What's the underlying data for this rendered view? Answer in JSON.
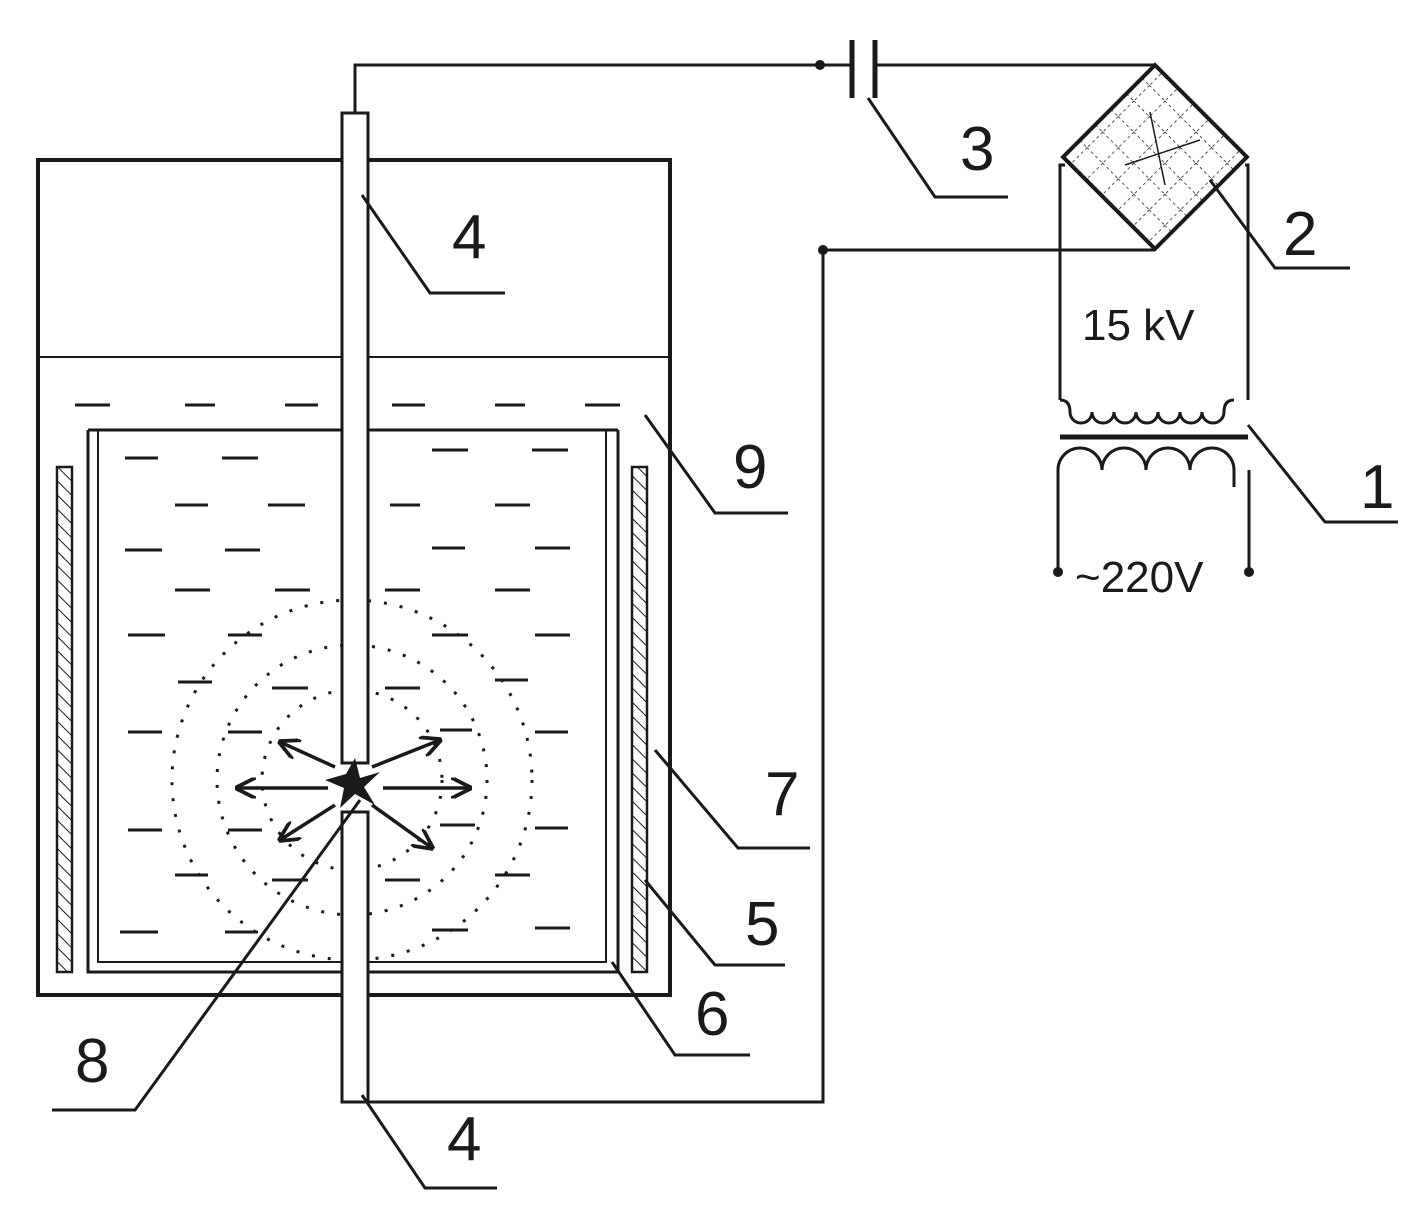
{
  "labels": {
    "transformer": "1",
    "rectifier": "2",
    "capacitor": "3",
    "electrode_top": "4",
    "electrode_bottom": "4",
    "heater": "5",
    "inner_vessel": "6",
    "outer_vessel": "7",
    "discharge": "8",
    "liquid": "9"
  },
  "voltages": {
    "high": "15 kV",
    "mains": "~220V"
  },
  "colors": {
    "line": "#1a1a1a",
    "background": "#ffffff"
  }
}
